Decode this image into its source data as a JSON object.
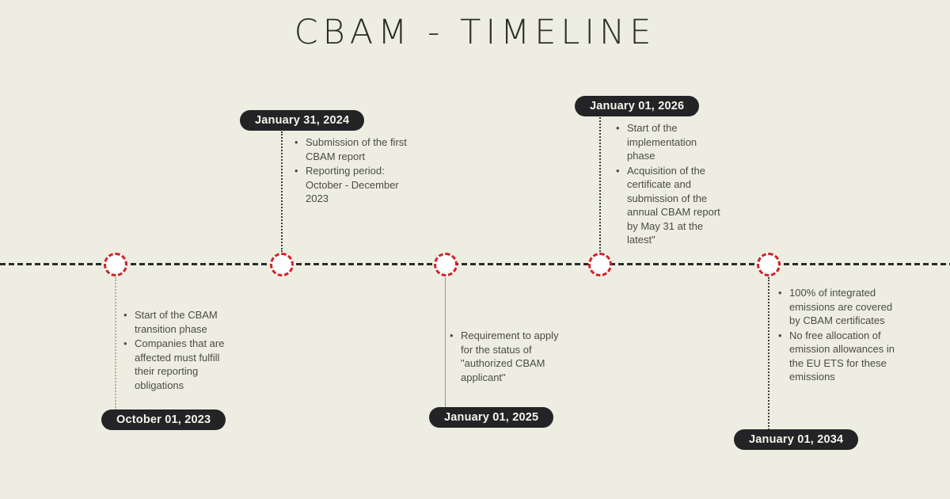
{
  "title": "CBAM - TIMELINE",
  "colors": {
    "background": "#edeee1",
    "pill_background": "#242427",
    "pill_text": "#f6f4ec",
    "timeline_dash": "#2b2b2b",
    "node_fill": "#ffffff",
    "node_border_red": "#ce2527",
    "body_text": "#4c4b45"
  },
  "milestones": [
    {
      "date": "October 01, 2023",
      "side": "below",
      "bullets": [
        "Start of the CBAM transition phase",
        "Companies that are affected must fulfill their reporting obligations"
      ]
    },
    {
      "date": "January 31, 2024",
      "side": "above",
      "bullets": [
        "Submission of the first CBAM report",
        "Reporting period: October - December 2023"
      ]
    },
    {
      "date": "January 01, 2025",
      "side": "below",
      "bullets": [
        "Requirement to apply for the status of \"authorized CBAM applicant\""
      ]
    },
    {
      "date": "January 01, 2026",
      "side": "above",
      "bullets": [
        "Start of the implementation phase",
        "Acquisition of the certificate and submission of the annual CBAM report by May 31 at the latest\""
      ]
    },
    {
      "date": "January 01, 2034",
      "side": "below",
      "bullets": [
        "100% of integrated emissions are covered by CBAM certificates",
        "No free allocation of emission allowances in the EU ETS for these emissions"
      ]
    }
  ]
}
